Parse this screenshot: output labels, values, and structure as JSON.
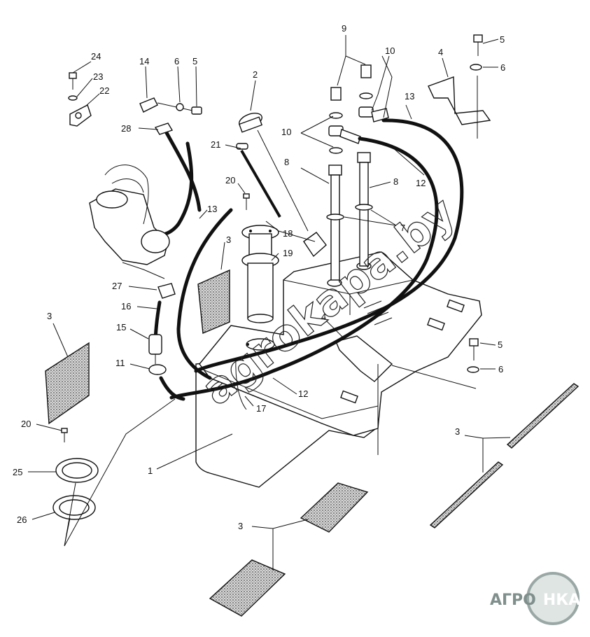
{
  "callouts": [
    {
      "id": "c24",
      "label": "24"
    },
    {
      "id": "c23",
      "label": "23"
    },
    {
      "id": "c22",
      "label": "22"
    },
    {
      "id": "c14",
      "label": "14"
    },
    {
      "id": "c6a",
      "label": "6"
    },
    {
      "id": "c5a",
      "label": "5"
    },
    {
      "id": "c28",
      "label": "28"
    },
    {
      "id": "c2",
      "label": "2"
    },
    {
      "id": "c21",
      "label": "21"
    },
    {
      "id": "c20a",
      "label": "20"
    },
    {
      "id": "c13a",
      "label": "13"
    },
    {
      "id": "c18",
      "label": "18"
    },
    {
      "id": "c3a",
      "label": "3"
    },
    {
      "id": "c19",
      "label": "19"
    },
    {
      "id": "c27",
      "label": "27"
    },
    {
      "id": "c16",
      "label": "16"
    },
    {
      "id": "c3b",
      "label": "3"
    },
    {
      "id": "c15",
      "label": "15"
    },
    {
      "id": "c11",
      "label": "11"
    },
    {
      "id": "c20b",
      "label": "20"
    },
    {
      "id": "c25",
      "label": "25"
    },
    {
      "id": "c26",
      "label": "26"
    },
    {
      "id": "c1",
      "label": "1"
    },
    {
      "id": "c17",
      "label": "17"
    },
    {
      "id": "c12a",
      "label": "12"
    },
    {
      "id": "c4a",
      "label": "4"
    },
    {
      "id": "c9",
      "label": "9"
    },
    {
      "id": "c10a",
      "label": "10"
    },
    {
      "id": "c10b",
      "label": "10"
    },
    {
      "id": "c13b",
      "label": "13"
    },
    {
      "id": "c8a",
      "label": "8"
    },
    {
      "id": "c8b",
      "label": "8"
    },
    {
      "id": "c12b",
      "label": "12"
    },
    {
      "id": "c7",
      "label": "7"
    },
    {
      "id": "c4b",
      "label": "4"
    },
    {
      "id": "c5b",
      "label": "5"
    },
    {
      "id": "c6b",
      "label": "6"
    },
    {
      "id": "c5c",
      "label": "5"
    },
    {
      "id": "c6c",
      "label": "6"
    },
    {
      "id": "c3c",
      "label": "3"
    },
    {
      "id": "c3d",
      "label": "3"
    }
  ],
  "watermark": "agrokapa.by",
  "brand": {
    "left": "АГРО",
    "right": "НКА",
    "color": "#7f8f8c"
  }
}
